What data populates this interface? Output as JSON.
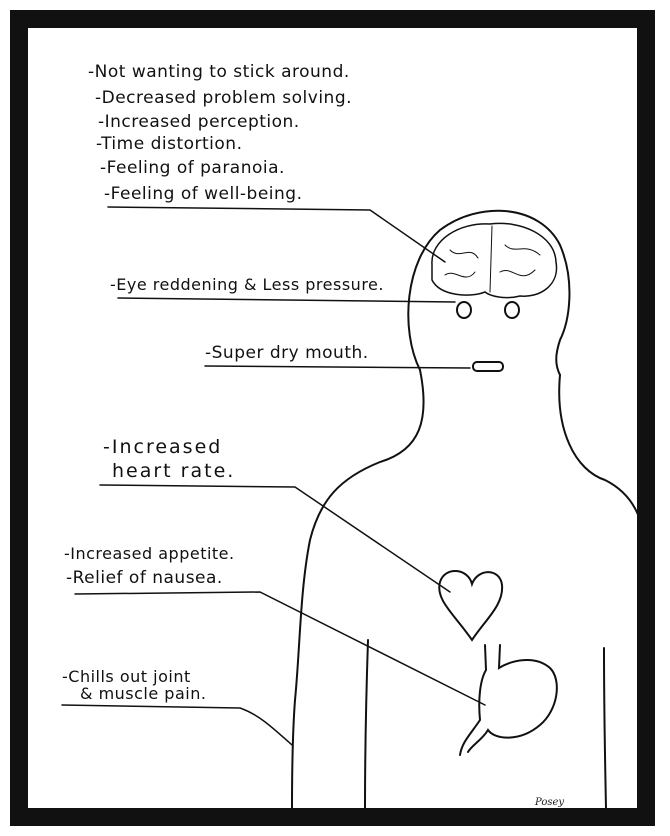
{
  "title_list": [
    "-Not wanting to stick around.",
    "-Decreased problem solving.",
    "-Increased perception.",
    "-Time distortion.",
    "-Feeling of paranoia.",
    "-Feeling of well-being."
  ],
  "labels": {
    "eyes": "-Eye reddening & Less pressure.",
    "mouth": "-Super dry mouth.",
    "heart_1": "-Increased",
    "heart_2": "heart rate.",
    "stomach_1": "-Increased appetite.",
    "stomach_2": "-Relief of nausea.",
    "joints_1": "-Chills out joint",
    "joints_2": "& muscle pain."
  },
  "signature": "Posey"
}
